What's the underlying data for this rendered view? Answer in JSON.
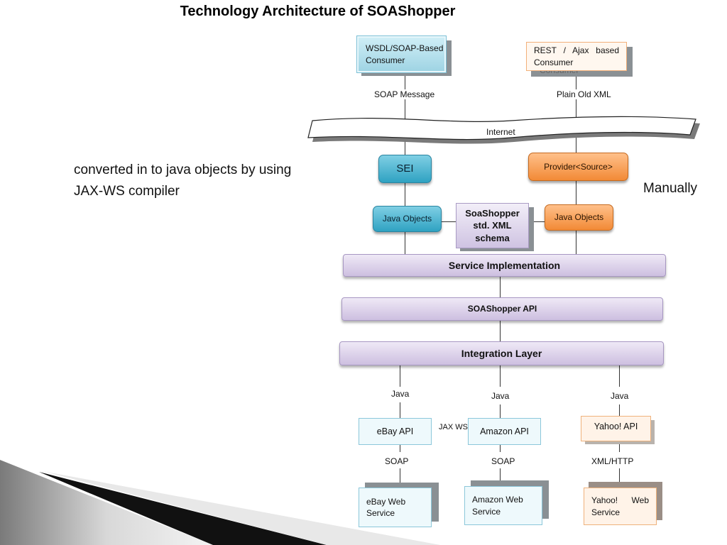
{
  "title": "Technology Architecture of SOAShopper",
  "notes": {
    "left_line1": "converted in to java objects by using",
    "left_line2": "JAX-WS compiler",
    "right": "Manually"
  },
  "consumers": {
    "wsdl": "WSDL/SOAP-Based Consumer",
    "rest": "REST / Ajax based Consumer",
    "rest_shadow_text": "Consumer"
  },
  "labels": {
    "soap_message": "SOAP Message",
    "plain_old_xml": "Plain Old XML",
    "internet": "Internet",
    "java_1": "Java",
    "java_2": "Java",
    "java_3": "Java",
    "jax_ws": "JAX WS",
    "soap_1": "SOAP",
    "soap_2": "SOAP",
    "xml_http": "XML/HTTP"
  },
  "nodes": {
    "sei": "SEI",
    "provider": "Provider<Source>",
    "java_objects_left": "Java Objects",
    "java_objects_right": "Java Objects",
    "schema": "SoaShopper std. XML schema",
    "service_impl": "Service Implementation",
    "api": "SOAShopper API",
    "integration": "Integration Layer",
    "ebay_api": "eBay API",
    "amazon_api": "Amazon API",
    "yahoo_api": "Yahoo! API",
    "ebay_ws": "eBay Web Service",
    "amazon_ws": "Amazon Web Service",
    "yahoo_ws": "Yahoo! Web Service"
  },
  "colors": {
    "pill_blue": "#2fa2c2",
    "pill_orange": "#f28a36",
    "layer_purple": "#cdbfe0"
  }
}
